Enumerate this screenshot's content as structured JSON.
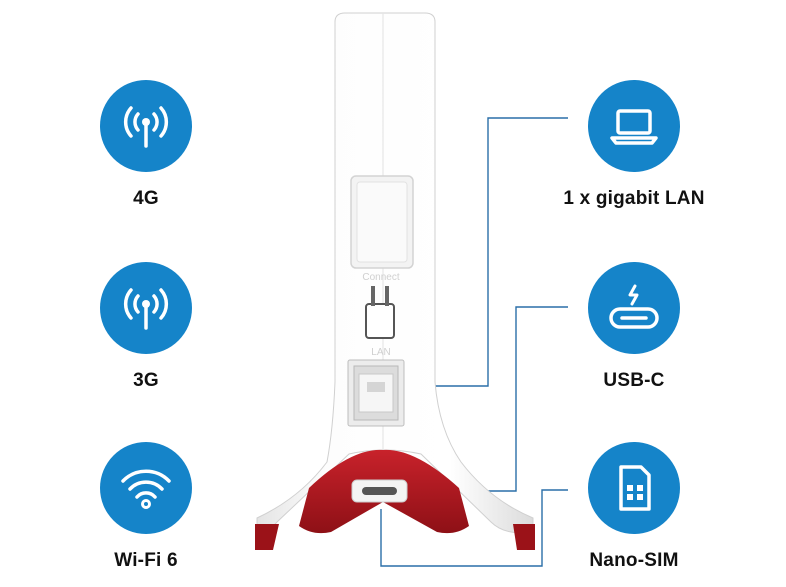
{
  "features_left": [
    {
      "icon": "antenna-signal-icon",
      "label": "4G"
    },
    {
      "icon": "antenna-signal-icon",
      "label": "3G"
    },
    {
      "icon": "wifi-icon",
      "label": "Wi-Fi 6"
    }
  ],
  "features_right": [
    {
      "icon": "laptop-icon",
      "label": "1 x gigabit LAN"
    },
    {
      "icon": "usb-c-icon",
      "label": "USB-C"
    },
    {
      "icon": "sim-card-icon",
      "label": "Nano-SIM"
    }
  ],
  "device": {
    "connect_label": "Connect",
    "lan_label": "LAN"
  },
  "colors": {
    "accent_blue": "#1584c9",
    "device_red": "#b3171f",
    "line_blue": "#2a6fa8"
  }
}
